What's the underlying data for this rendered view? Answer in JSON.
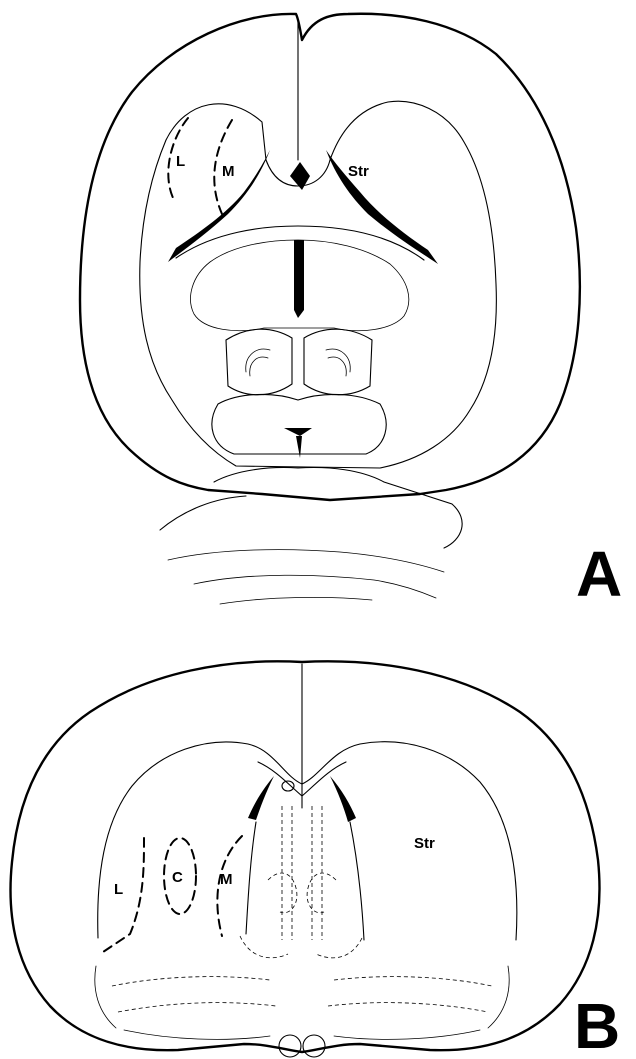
{
  "panels": [
    {
      "id": "A",
      "panel_label": "A",
      "regions": {
        "lateral": "L",
        "medial": "M",
        "striatum": "Str"
      }
    },
    {
      "id": "B",
      "panel_label": "B",
      "regions": {
        "lateral": "L",
        "central": "C",
        "medial": "M",
        "striatum": "Str"
      }
    }
  ]
}
